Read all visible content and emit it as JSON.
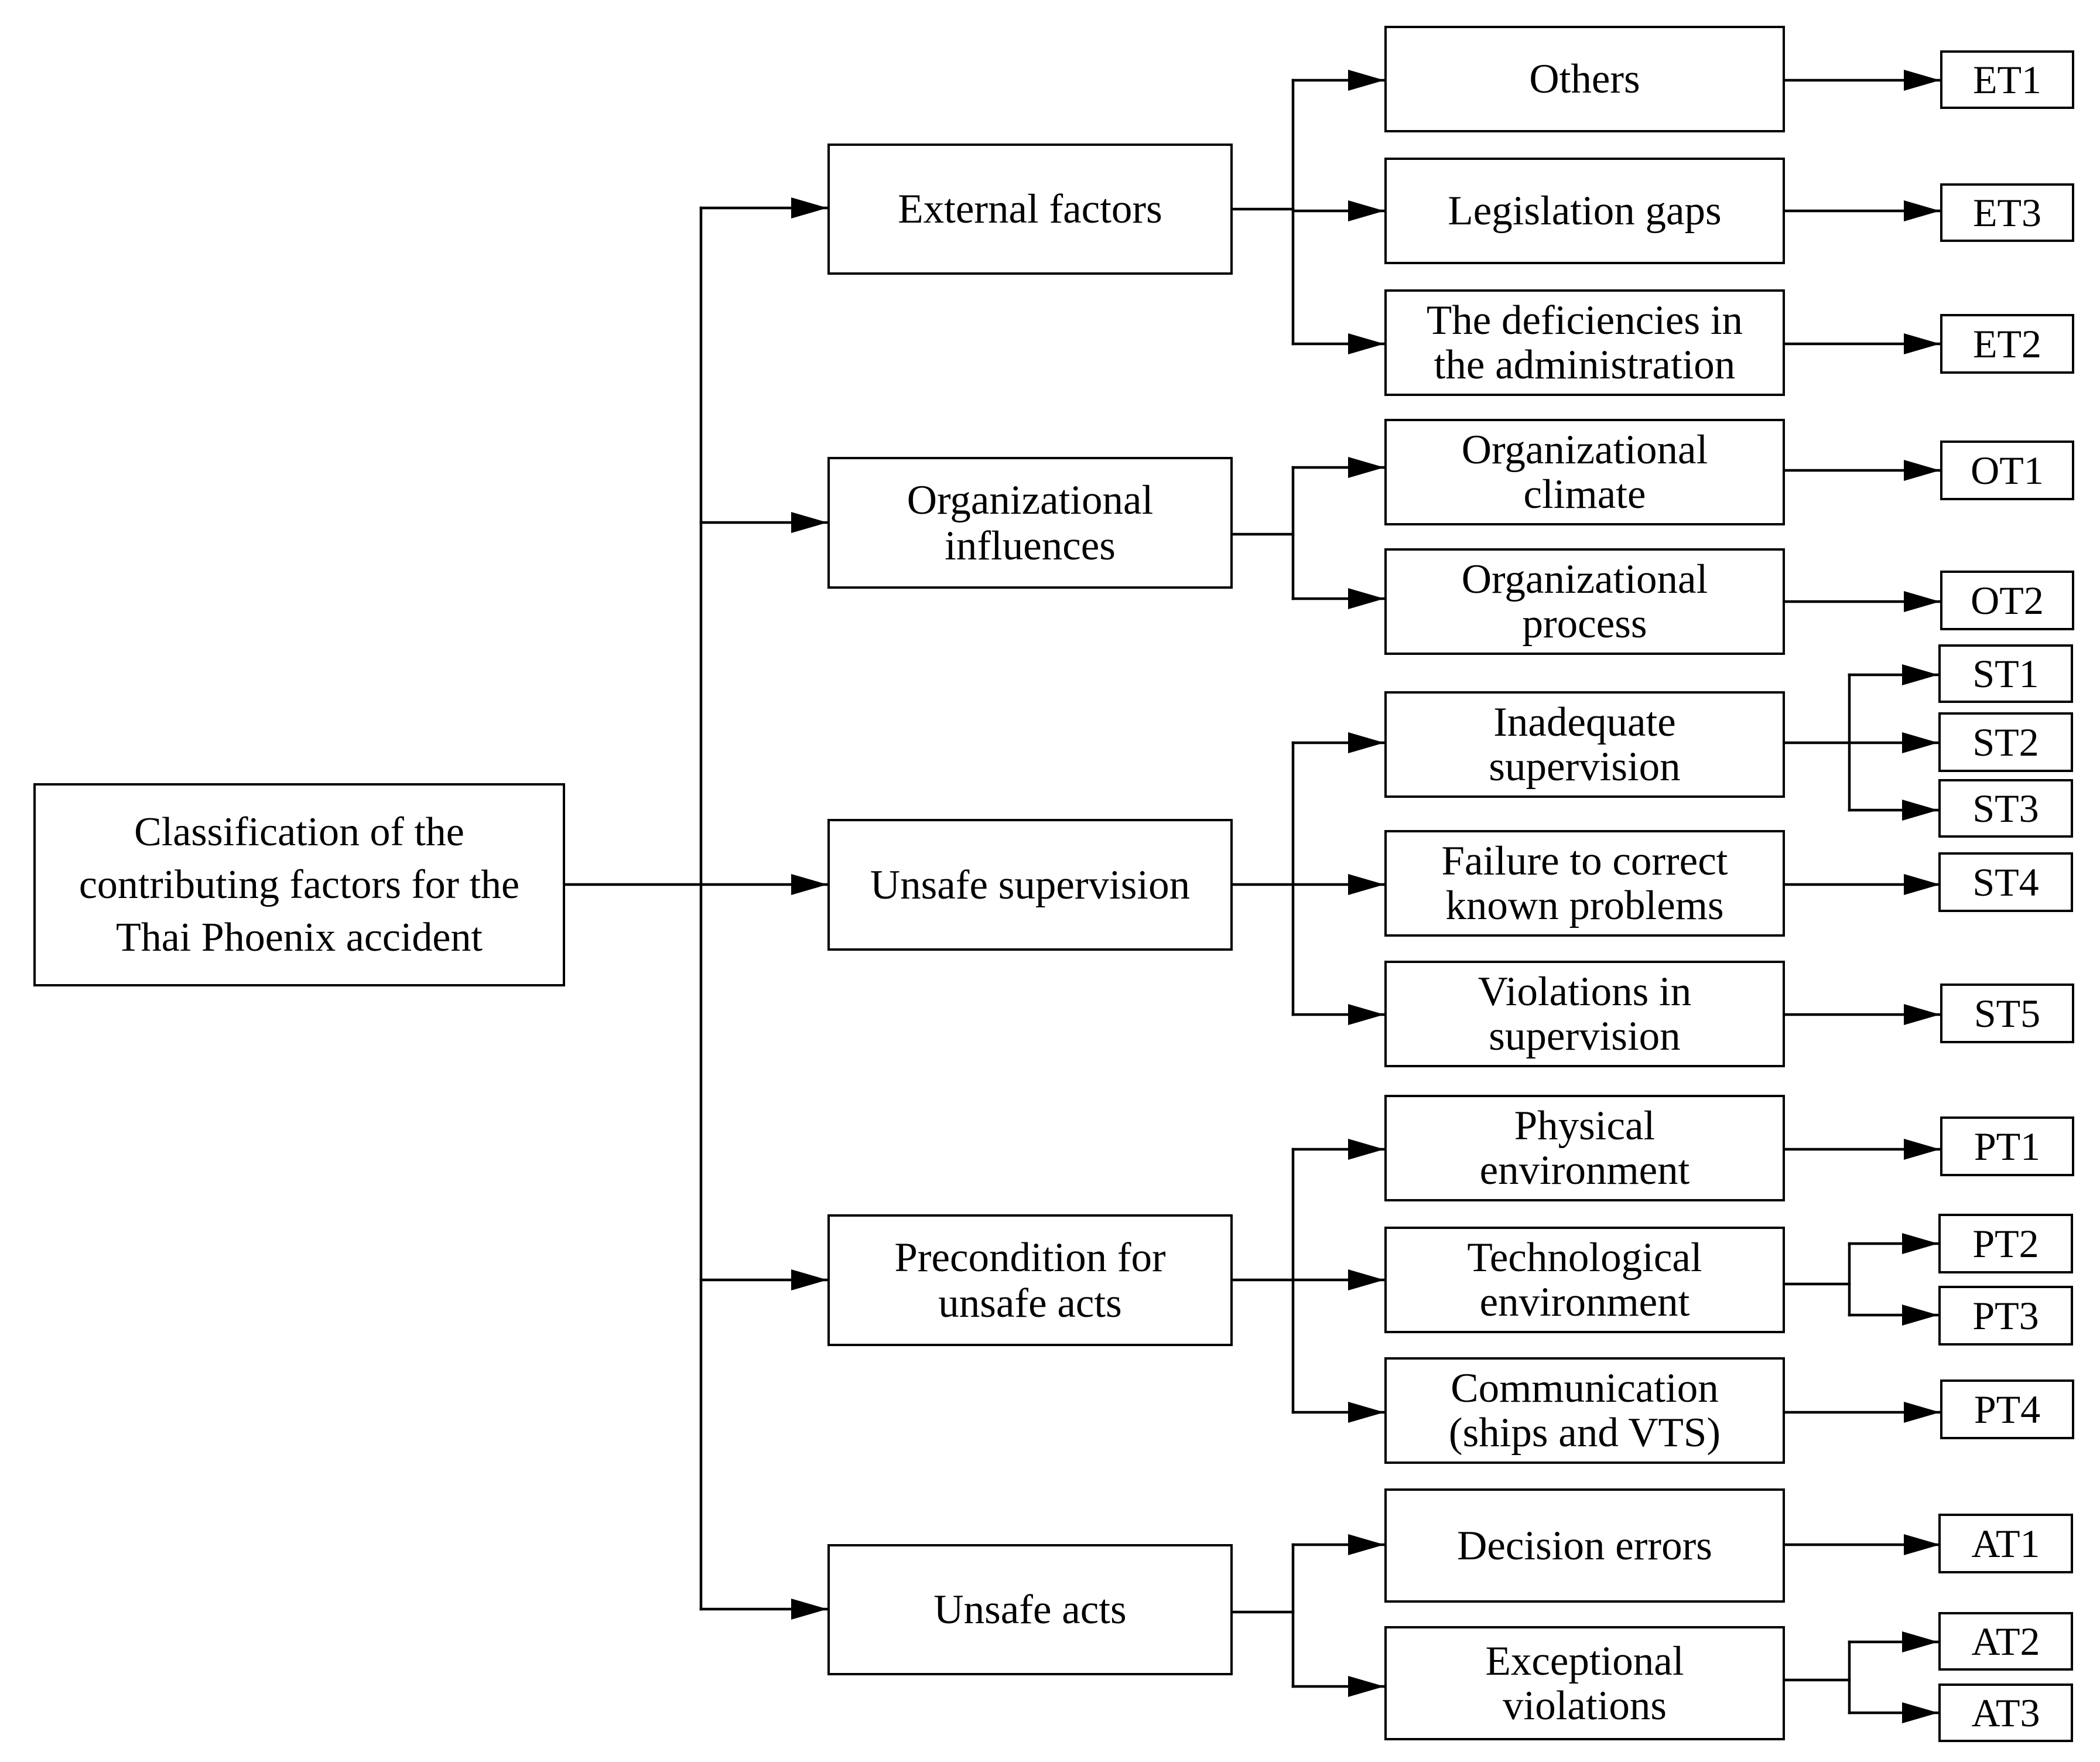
{
  "root": {
    "label": "Classification of the\ncontributing factors for the\nThai Phoenix accident"
  },
  "categories": [
    {
      "label": "External factors",
      "subs": [
        {
          "label": "Others",
          "codes": [
            "ET1"
          ]
        },
        {
          "label": "Legislation gaps",
          "codes": [
            "ET3"
          ]
        },
        {
          "label": "The deficiencies in\nthe administration",
          "codes": [
            "ET2"
          ]
        }
      ]
    },
    {
      "label": "Organizational\ninfluences",
      "subs": [
        {
          "label": "Organizational\nclimate",
          "codes": [
            "OT1"
          ]
        },
        {
          "label": "Organizational\nprocess",
          "codes": [
            "OT2"
          ]
        }
      ]
    },
    {
      "label": "Unsafe supervision",
      "subs": [
        {
          "label": "Inadequate\nsupervision",
          "codes": [
            "ST1",
            "ST2",
            "ST3"
          ]
        },
        {
          "label": "Failure to correct\nknown problems",
          "codes": [
            "ST4"
          ]
        },
        {
          "label": "Violations in\nsupervision",
          "codes": [
            "ST5"
          ]
        }
      ]
    },
    {
      "label": "Precondition for\nunsafe acts",
      "subs": [
        {
          "label": "Physical\nenvironment",
          "codes": [
            "PT1"
          ]
        },
        {
          "label": "Technological\nenvironment",
          "codes": [
            "PT2",
            "PT3"
          ]
        },
        {
          "label": "Communication\n(ships and VTS)",
          "codes": [
            "PT4"
          ]
        }
      ]
    },
    {
      "label": "Unsafe acts",
      "subs": [
        {
          "label": "Decision errors",
          "codes": [
            "AT1"
          ]
        },
        {
          "label": "Exceptional\nviolations",
          "codes": [
            "AT2",
            "AT3"
          ]
        }
      ]
    }
  ]
}
